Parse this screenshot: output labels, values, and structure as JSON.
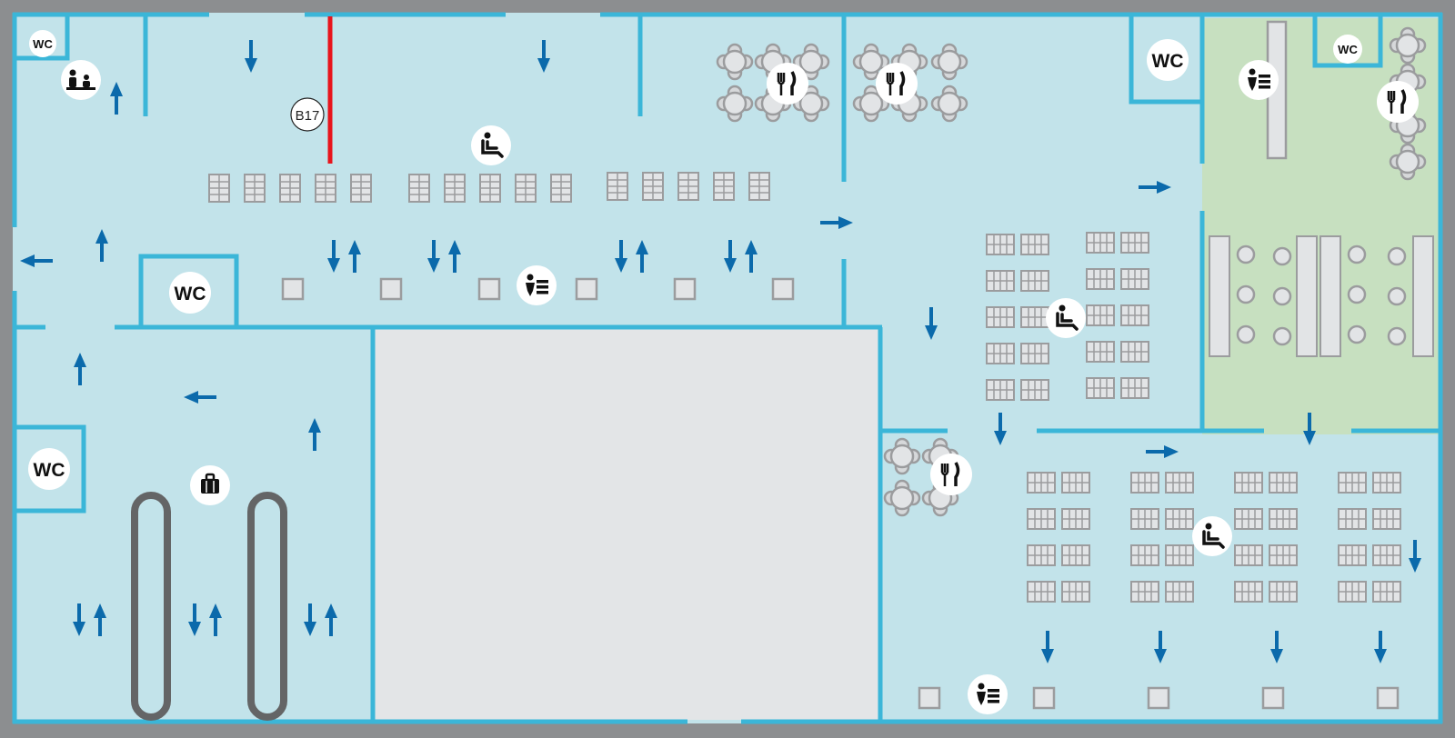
{
  "colors": {
    "background": "#8c8e90",
    "floor": "#c2e3ea",
    "wall": "#3bb6d8",
    "restaurant_zone": "#c7e0c0",
    "blocked_zone": "#e3e5e7",
    "arrow": "#0b6aab",
    "gate_marker": "#e8141c",
    "furniture": "#9b9c9e",
    "carousel": "#646566",
    "icon_circle": "#ffffff",
    "icon_glyph": "#111111"
  },
  "gate": {
    "label": "B17"
  },
  "poi_labels": {
    "wc": "WC"
  },
  "pois": [
    {
      "type": "wc",
      "icon": "toilet-icon",
      "label": "WC"
    },
    {
      "type": "wc",
      "icon": "toilet-icon",
      "label": "WC"
    },
    {
      "type": "wc",
      "icon": "toilet-icon",
      "label": "WC"
    },
    {
      "type": "wc",
      "icon": "toilet-icon",
      "label": "WC"
    },
    {
      "type": "wc",
      "icon": "toilet-icon",
      "label": "WC"
    },
    {
      "type": "family-room",
      "icon": "family-icon"
    },
    {
      "type": "waiting-area",
      "icon": "seat-icon"
    },
    {
      "type": "waiting-area",
      "icon": "seat-icon"
    },
    {
      "type": "waiting-area",
      "icon": "seat-icon"
    },
    {
      "type": "restaurant",
      "icon": "fork-knife-icon"
    },
    {
      "type": "restaurant",
      "icon": "fork-knife-icon"
    },
    {
      "type": "restaurant",
      "icon": "fork-knife-icon"
    },
    {
      "type": "restaurant",
      "icon": "fork-knife-icon"
    },
    {
      "type": "information-desk",
      "icon": "info-desk-icon"
    },
    {
      "type": "information-desk",
      "icon": "info-desk-icon"
    },
    {
      "type": "information-desk",
      "icon": "info-desk-icon"
    },
    {
      "type": "baggage-claim",
      "icon": "luggage-icon"
    }
  ]
}
